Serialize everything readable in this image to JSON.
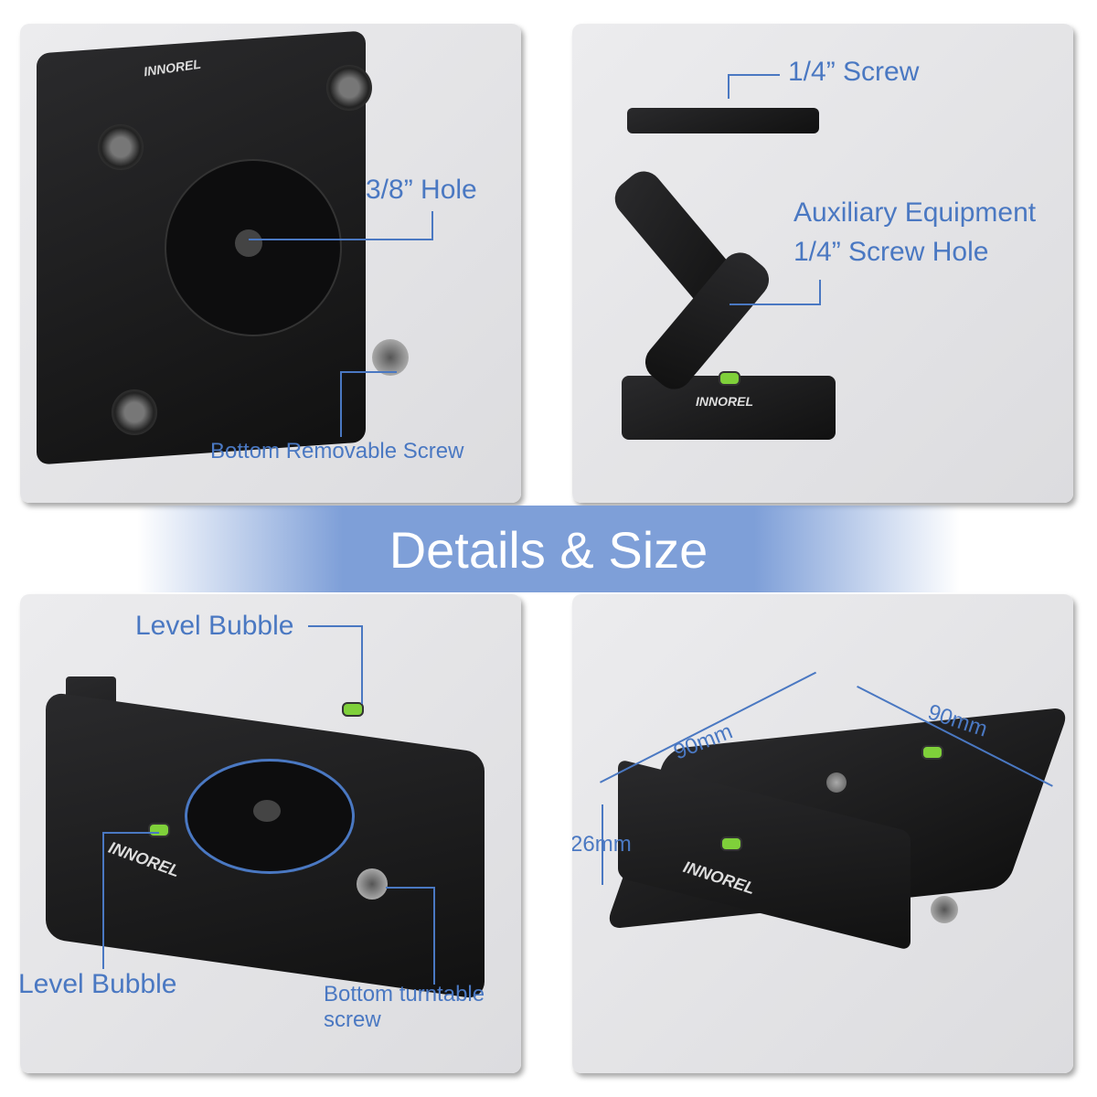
{
  "banner": {
    "title": "Details & Size"
  },
  "panels": {
    "top_left": {
      "hole": "3/8” Hole",
      "bottom_screw": "Bottom Removable Screw",
      "brand": "INNOREL"
    },
    "top_right": {
      "screw": "1/4” Screw",
      "aux_line1": "Auxiliary Equipment",
      "aux_line2": "1/4” Screw Hole",
      "brand": "INNOREL"
    },
    "bottom_left": {
      "level_top": "Level Bubble",
      "level_bottom": "Level Bubble",
      "turntable_line1": "Bottom turntable",
      "turntable_line2": "screw",
      "brand": "INNOREL"
    },
    "bottom_right": {
      "width": "90mm",
      "depth": "90mm",
      "height": "26mm",
      "brand": "INNOREL"
    }
  },
  "colors": {
    "accent": "#4a78c2",
    "banner": "#7e9fd8",
    "product": "#1a1a1c",
    "bubble": "#7fd03a"
  }
}
